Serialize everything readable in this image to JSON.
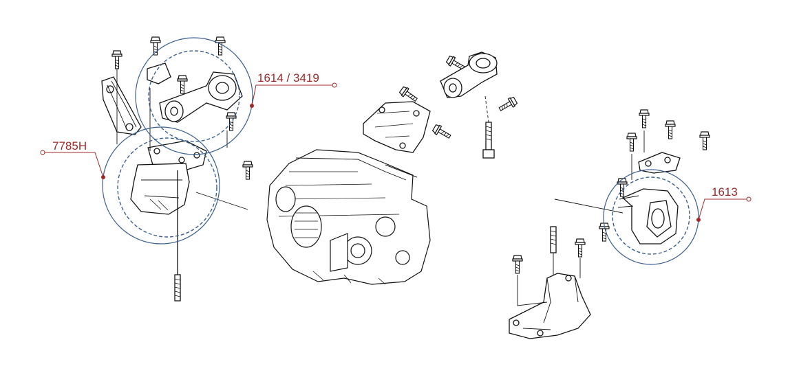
{
  "callouts": {
    "front_left": {
      "label": "7785H"
    },
    "rear_torque": {
      "label": "1614 / 3419"
    },
    "right_side": {
      "label": "1613"
    }
  },
  "colors": {
    "callout_red": "#a02828",
    "circle_blue": "#3a5f8f",
    "line_art": "#111111"
  }
}
